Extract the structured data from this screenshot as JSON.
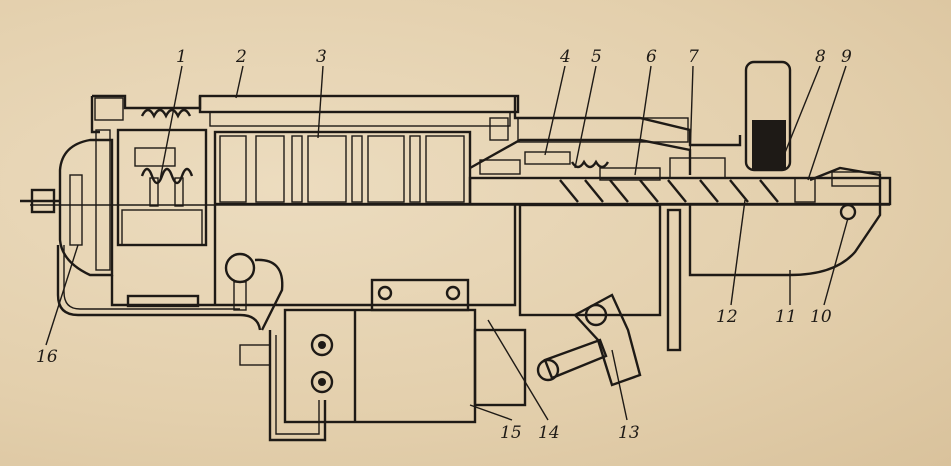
{
  "callouts": [
    {
      "label": "1"
    },
    {
      "label": "2"
    },
    {
      "label": "3"
    },
    {
      "label": "4"
    },
    {
      "label": "5"
    },
    {
      "label": "6"
    },
    {
      "label": "7"
    },
    {
      "label": "8"
    },
    {
      "label": "9"
    },
    {
      "label": "10"
    },
    {
      "label": "11"
    },
    {
      "label": "12"
    },
    {
      "label": "13"
    },
    {
      "label": "14"
    },
    {
      "label": "15"
    },
    {
      "label": "16"
    }
  ],
  "colors": {
    "paper": "#e8d5b5",
    "ink": "#1e1a16"
  }
}
